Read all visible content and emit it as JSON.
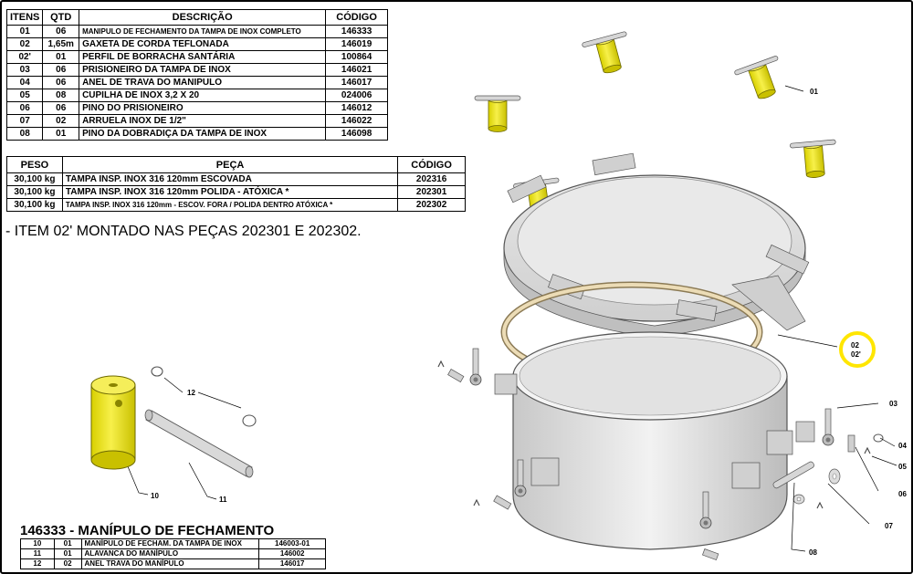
{
  "items_table": {
    "headers": [
      "ITENS",
      "QTD",
      "DESCRIÇÃO",
      "CÓDIGO"
    ],
    "rows": [
      {
        "item": "01",
        "qtd": "06",
        "desc": "MANIPULO DE FECHAMENTO DA TAMPA DE INOX COMPLETO",
        "codigo": "146333"
      },
      {
        "item": "02",
        "qtd": "1,65m",
        "desc": "GAXETA DE CORDA TEFLONADA",
        "codigo": "146019"
      },
      {
        "item": "02'",
        "qtd": "01",
        "desc": "PERFIL DE BORRACHA SANTÁRIA",
        "codigo": "100864"
      },
      {
        "item": "03",
        "qtd": "06",
        "desc": "PRISIONEIRO DA TAMPA DE INOX",
        "codigo": "146021"
      },
      {
        "item": "04",
        "qtd": "06",
        "desc": "ANEL DE TRAVA DO MANIPULO",
        "codigo": "146017"
      },
      {
        "item": "05",
        "qtd": "08",
        "desc": "CUPILHA DE INOX 3,2 X 20",
        "codigo": "024006"
      },
      {
        "item": "06",
        "qtd": "06",
        "desc": "PINO DO PRISIONEIRO",
        "codigo": "146012"
      },
      {
        "item": "07",
        "qtd": "02",
        "desc": "ARRUELA INOX DE 1/2\"",
        "codigo": "146022"
      },
      {
        "item": "08",
        "qtd": "01",
        "desc": "PINO DA DOBRADIÇA DA TAMPA DE INOX",
        "codigo": "146098"
      }
    ]
  },
  "parts_table": {
    "headers": [
      "PESO",
      "PEÇA",
      "CÓDIGO"
    ],
    "rows": [
      {
        "peso": "30,100 kg",
        "peca": "TAMPA INSP. INOX 316 120mm ESCOVADA",
        "codigo": "202316"
      },
      {
        "peso": "30,100 kg",
        "peca": "TAMPA INSP. INOX 316 120mm POLIDA - ATÓXICA *",
        "codigo": "202301"
      },
      {
        "peso": "30,100 kg",
        "peca": "TAMPA INSP. INOX 316 120mm - ESCOV. FORA / POLIDA DENTRO  ATÓXICA *",
        "codigo": "202302"
      }
    ]
  },
  "note": "- ITEM 02' MONTADO NAS PEÇAS 202301 E 202302.",
  "subassembly": {
    "title": "146333 - MANÍPULO DE FECHAMENTO",
    "rows": [
      {
        "item": "10",
        "qtd": "01",
        "desc": "MANÍPULO DE FECHAM. DA TAMPA DE INOX",
        "codigo": "146003-01"
      },
      {
        "item": "11",
        "qtd": "01",
        "desc": "ALAVANCA DO MANÍPULO",
        "codigo": "146002"
      },
      {
        "item": "12",
        "qtd": "02",
        "desc": "ANEL TRAVA DO MANÍPULO",
        "codigo": "146017"
      }
    ]
  },
  "callouts": {
    "c01": "01",
    "c02": "02",
    "c02p": "02'",
    "c03": "03",
    "c04": "04",
    "c05": "05",
    "c06": "06",
    "c07": "07",
    "c08": "08",
    "c10": "10",
    "c11": "11",
    "c12": "12"
  },
  "colors": {
    "handle_yellow": "#f3ea1c",
    "metal": "#d9d9d9",
    "gasket": "#e8d9b8",
    "highlight_circle": "#ffe600"
  }
}
